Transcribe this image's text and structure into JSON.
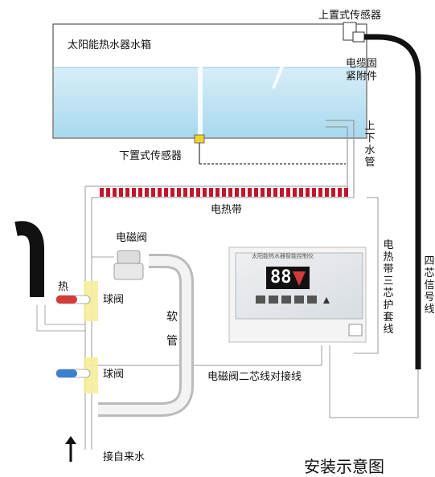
{
  "labels": {
    "tank": "太阳能热水器水箱",
    "upper_sensor": "上置式传感器",
    "cable_fix_1": "电缆固",
    "cable_fix_2": "紧附件",
    "lower_sensor": "下置式传感器",
    "updown_pipe": "上下水管",
    "heat_band": "电热带",
    "solenoid": "电磁阀",
    "hot": "热",
    "ball_valve_1": "球阀",
    "ball_valve_2": "球阀",
    "soft_pipe": "软管",
    "sheath": "电热带三芯护套线",
    "signal_line": "四芯信号线",
    "solenoid_line": "电磁阀二芯线对接线",
    "water_in": "接自来水",
    "title": "安装示意图"
  },
  "controller": {
    "title": "太阳能热水器智能控制仪",
    "display": "88"
  },
  "colors": {
    "water": "#bfe3f2",
    "heat_band": "#c4162a",
    "hot_marker": "#d43a3a",
    "cold_marker": "#3a7fd0",
    "pipe": "#dcdcdc",
    "cable": "#111111"
  }
}
